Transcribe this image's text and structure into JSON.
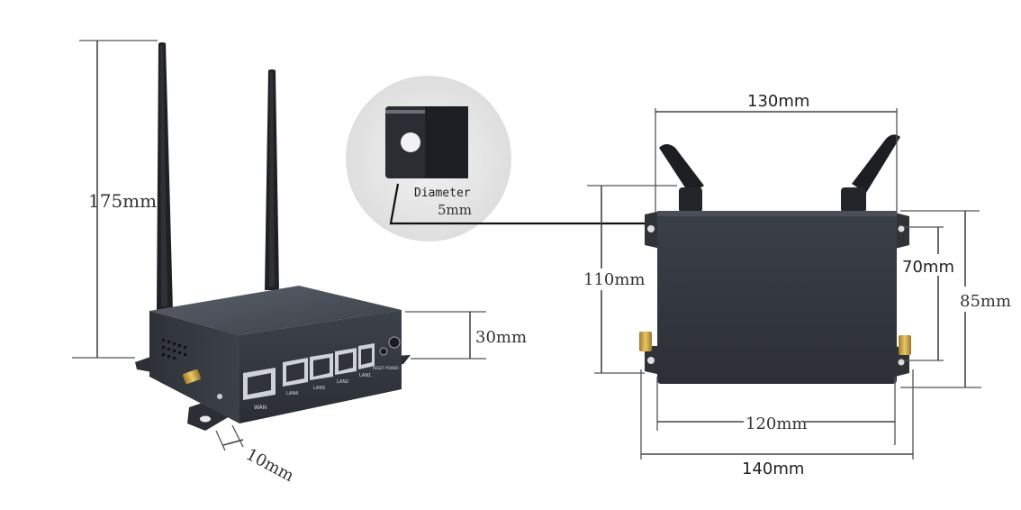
{
  "dimensions": {
    "left_height": "175mm",
    "left_case_height": "30mm",
    "left_ear": "10mm",
    "top_width": "130mm",
    "side_height": "110mm",
    "right_inner_height": "70mm",
    "right_outer_height": "85mm",
    "bottom_inner_width": "120mm",
    "bottom_outer_width": "140mm"
  },
  "hole_detail": {
    "title": "Diameter",
    "value": "5mm"
  },
  "ports": {
    "wan": "WAN",
    "lan4": "LAN4",
    "lan3": "LAN3",
    "lan2": "LAN2",
    "lan1": "LAN1",
    "reset_power": "RESET POWER"
  },
  "colors": {
    "device_body": "#3a3f47",
    "device_dark": "#23272d",
    "antenna": "#1d1f22",
    "dimension_line": "#444444",
    "background": "#ffffff",
    "detail_circle": "#e6e6e6"
  }
}
